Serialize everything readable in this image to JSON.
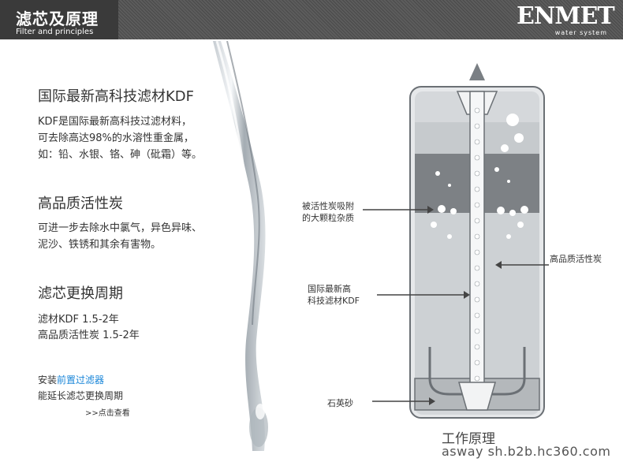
{
  "header": {
    "title_zh": "滤芯及原理",
    "title_en": "Filter and principles",
    "logo_main": "ENMET",
    "logo_sub": "water system"
  },
  "sections": [
    {
      "heading": "国际最新高科技滤材KDF",
      "lines": [
        "KDF是国际最新高科技过滤材料，",
        "可去除高达98%的水溶性重金属，",
        "如：铅、水银、铬、砷（砒霜）等。"
      ]
    },
    {
      "heading": "高品质活性炭",
      "lines": [
        "可进一步去除水中氯气，异色异味、",
        "泥沙、铁锈和其余有害物。"
      ]
    },
    {
      "heading": "滤芯更换周期",
      "lines": [
        "滤材KDF  1.5-2年",
        "高品质活性炭   1.5-2年"
      ]
    }
  ],
  "promo": {
    "prefix": "安装",
    "link": "前置过滤器",
    "line2": "能延长滤芯更换周期",
    "more": ">>点击查看"
  },
  "diagram": {
    "label_adsorb_1": "被活性炭吸附",
    "label_adsorb_2": "的大颗粒杂质",
    "label_carbon": "高品质活性炭",
    "label_kdf_1": "国际最新高",
    "label_kdf_2": "科技滤材KDF",
    "label_sand": "石英砂",
    "caption": "工作原理"
  },
  "footer": "asway sh.b2b.hc360.com",
  "colors": {
    "header_bg": "#4e4e4e",
    "link": "#1a86d8",
    "text": "#333333"
  }
}
